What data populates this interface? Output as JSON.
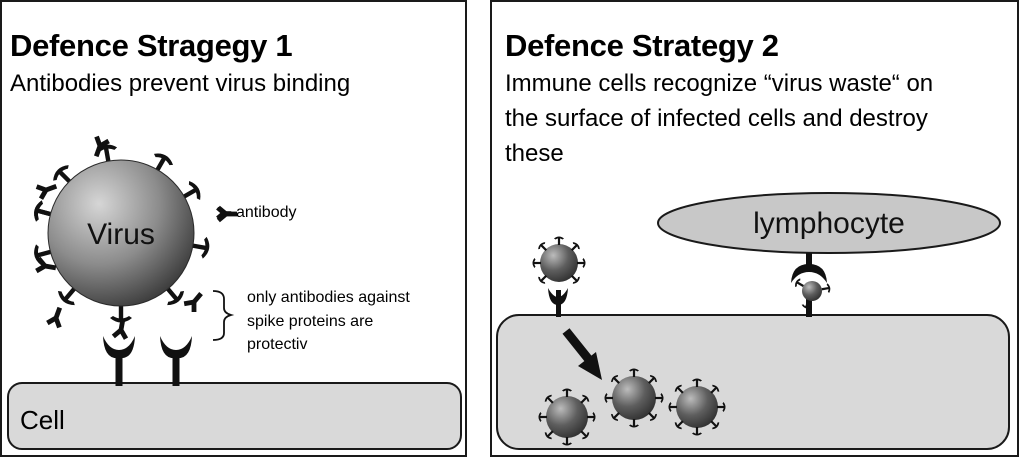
{
  "strategy1": {
    "title": "Defence Stragegy 1",
    "subtitle": "Antibodies prevent virus binding",
    "virus_label": "Virus",
    "antibody_label": "antibody",
    "note_lines": [
      "only antibodies against",
      "spike proteins are",
      "protectiv"
    ],
    "cell_label": "Cell"
  },
  "strategy2": {
    "title": "Defence Strategy 2",
    "subtitle_lines": [
      "Immune cells recognize “virus waste“ on",
      "the surface of infected cells and destroy",
      "these"
    ],
    "lymphocyte_label": "lymphocyte"
  },
  "colors": {
    "virus_dark": "#4a4a4a",
    "virus_light": "#bdbdbd",
    "cell_fill": "#d9d9d9",
    "lymphocyte_fill": "#c8c8c8",
    "outline": "#1a1a1a"
  }
}
